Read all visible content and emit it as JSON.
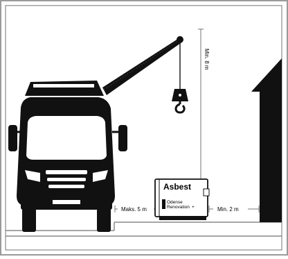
{
  "diagram": {
    "labels": {
      "height": "Min. 8 m",
      "max_left": "Maks. 5 m",
      "min_right": "Min. 2 m"
    },
    "container": {
      "title": "Asbest",
      "company_line1": "Odense",
      "company_line2": "Renovation",
      "company_suffix": "+"
    },
    "icons": [
      "truck-icon",
      "crane-arm-icon",
      "hook-icon",
      "house-icon",
      "container-icon"
    ]
  }
}
